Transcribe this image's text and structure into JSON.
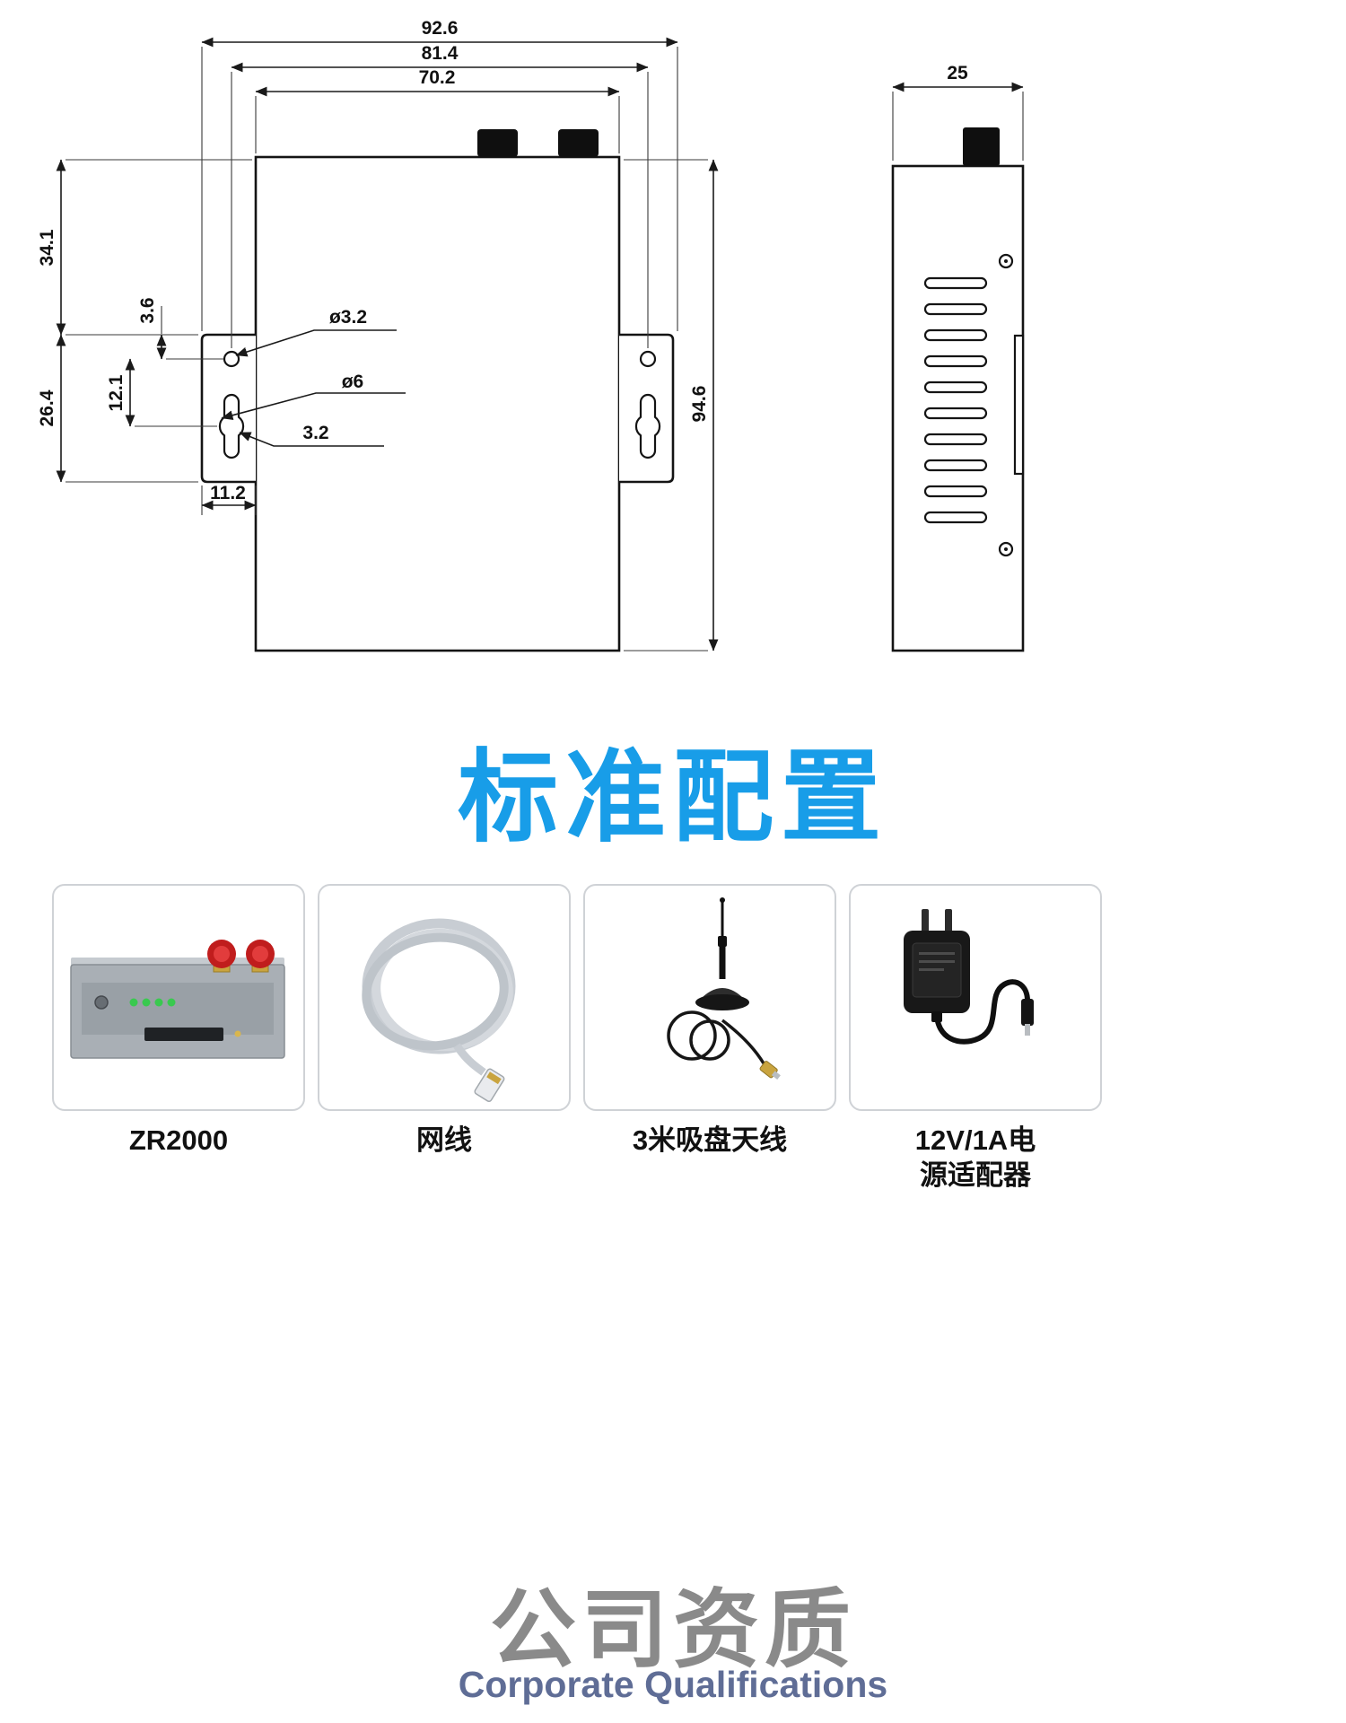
{
  "drawing": {
    "front": {
      "w_outer": "92.6",
      "w_mid": "81.4",
      "w_inner": "70.2",
      "h_upper": "34.1",
      "h_lower": "26.4",
      "hole_offset": "3.6",
      "slot_span": "12.1",
      "hole_dia": "ø3.2",
      "bulge_dia": "ø6",
      "slot_width": "3.2",
      "tab_width": "11.2",
      "h_total": "94.6"
    },
    "side": {
      "depth": "25"
    }
  },
  "standard_config": {
    "title": "标准配置",
    "items": [
      {
        "label": "ZR2000"
      },
      {
        "label": "网线"
      },
      {
        "label": "3米吸盘天线"
      },
      {
        "label": "12V/1A电\n源适配器"
      }
    ]
  },
  "qualifications": {
    "title": "公司资质",
    "subtitle": "Corporate Qualifications"
  },
  "colors": {
    "accent_blue": "#189de8",
    "title_gray": "#8a8a8a",
    "subtitle_slate": "#5f6d96",
    "drawing_line": "#1a1a1a"
  }
}
